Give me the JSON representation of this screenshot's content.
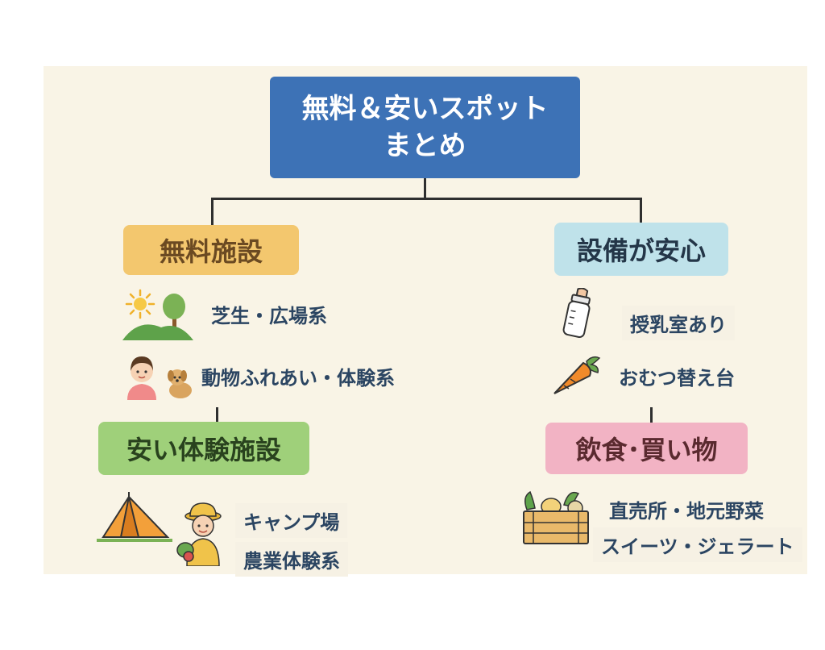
{
  "root": {
    "line1": "無料＆安いスポット",
    "line2": "まとめ"
  },
  "categories": {
    "free": "無料施設",
    "equipment": "設備が安心",
    "cheap": "安い体験施設",
    "food": "飲食･買い物"
  },
  "items": {
    "lawn": "芝生・広場系",
    "animals": "動物ふれあい・体験系",
    "camping": "キャンプ場",
    "farming": "農業体験系",
    "nursing": "授乳室あり",
    "diaper": "おむつ替え台",
    "direct": "直売所・地元野菜",
    "sweets": "スイーツ・ジェラート"
  },
  "colors": {
    "root": "#3d72b6",
    "free": "#f3c76e",
    "cheap": "#9fd07a",
    "equipment": "#bfe2ea",
    "food": "#f2b3c4",
    "label_text": "#2b4562"
  },
  "icons": [
    "sun-tree-icon",
    "child-dog-icon",
    "tent-icon",
    "farmer-child-icon",
    "baby-bottle-icon",
    "carrot-icon",
    "vegetable-crate-icon"
  ]
}
